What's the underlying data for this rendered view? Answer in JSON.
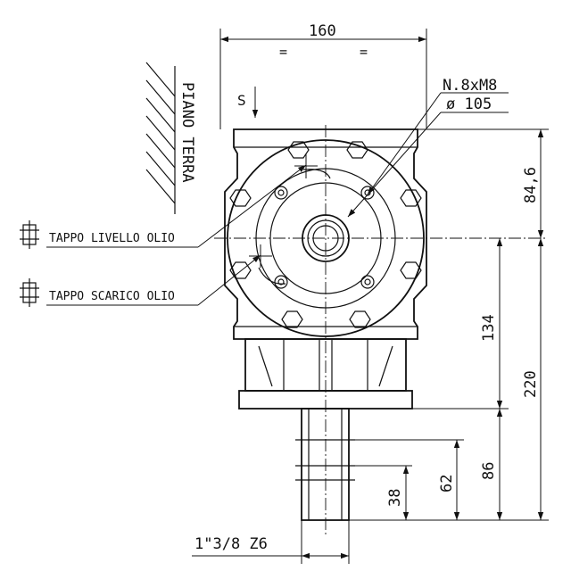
{
  "dimensions": {
    "width_top": "160",
    "equal_left": "=",
    "equal_right": "=",
    "bolts": "N.8xM8",
    "bolt_circle": "ø 105",
    "height_upper": "84,6",
    "height_134": "134",
    "height_220": "220",
    "height_86": "86",
    "height_62": "62",
    "height_38": "38",
    "shaft_spline": "1\"3/8 Z6"
  },
  "labels": {
    "ground": "PIANO TERRA",
    "view_s": "S",
    "oil_level_plug": "TAPPO LIVELLO OLIO",
    "oil_drain_plug": "TAPPO SCARICO OLIO"
  },
  "icons": {
    "plug_symbol": "oil-plug-icon",
    "arrow": "arrow-down-icon"
  },
  "colors": {
    "line": "#111111",
    "background": "#ffffff"
  }
}
